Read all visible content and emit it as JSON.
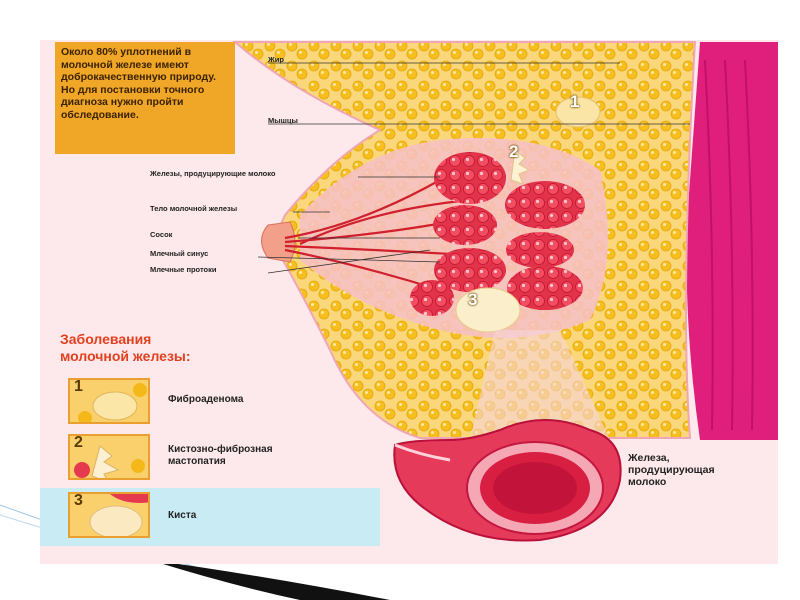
{
  "note": "Около 80% уплотнений в молочной железе имеют доброкачественную природу. Но для постановки точного диагноза нужно пройти обследование.",
  "labels": {
    "fat": "Жир",
    "muscles": "Мышцы",
    "milk_glands": "Железы, продуцирующие молоко",
    "gland_body": "Тело молочной железы",
    "nipple": "Сосок",
    "milk_sinus": "Млечный синус",
    "milk_ducts": "Млечные протоки"
  },
  "markers": [
    "1",
    "2",
    "3"
  ],
  "diseases": {
    "title_line1": "Заболевания",
    "title_line2": "молочной железы:",
    "items": [
      {
        "num": "1",
        "label": "Фиброаденома"
      },
      {
        "num": "2",
        "label_line1": "Кистозно-фиброзная",
        "label_line2": "мастопатия"
      },
      {
        "num": "3",
        "label": "Киста"
      }
    ]
  },
  "gland_detail": {
    "line1": "Железа,",
    "line2": "продуцирующая",
    "line3": "молоко"
  },
  "colors": {
    "fat_yellow": "#f7c325",
    "gland_red": "#e2344a",
    "skin_pink": "#f5c6cf",
    "muscle_magenta": "#e01f7d",
    "note_orange": "#f0a627"
  }
}
